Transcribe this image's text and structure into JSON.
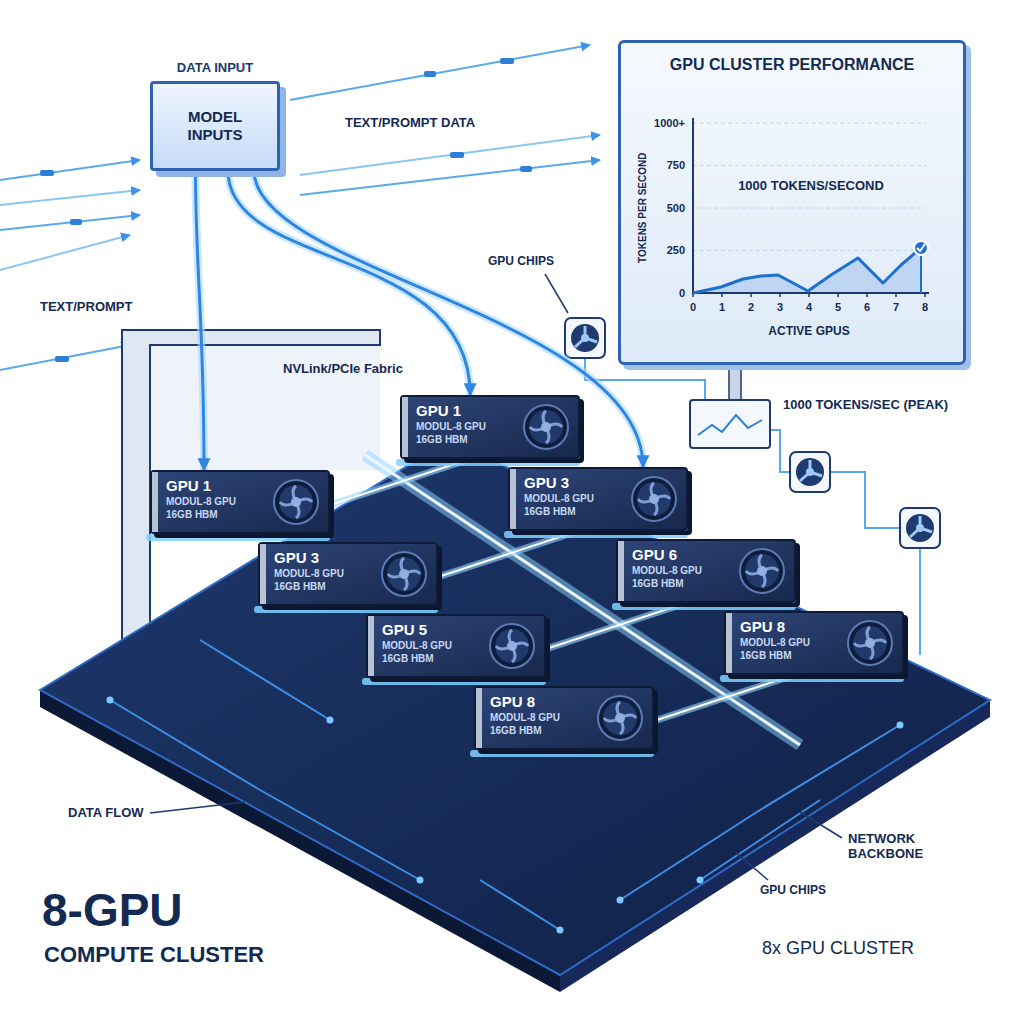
{
  "diagram": {
    "nodes": [
      {
        "text": [
          "DATA INPUT",
          "MODEL INPUTS"
        ]
      },
      {
        "text": [
          "GPU CLUSTER PERFORMANCE"
        ]
      },
      {
        "text": [
          "GPU 1",
          "MODUL-8 GPU",
          "16GB HBM"
        ]
      },
      {
        "text": [
          "GPU 3",
          "MODUL-8 GPU",
          "16GB HBM"
        ]
      },
      {
        "text": [
          "GPU 6",
          "MODUL-8 GPU",
          "16GB HBM"
        ]
      },
      {
        "text": [
          "GPU 8",
          "MODUL-8 GPU",
          "16GB HBM"
        ]
      },
      {
        "text": [
          "GPU 1",
          "MODUL-8 GPU",
          "16GB HBM"
        ]
      },
      {
        "text": [
          "GPU 3",
          "MODUL-8 GPU",
          "16GB HBM"
        ]
      },
      {
        "text": [
          "GPU 5",
          "MODUL-8 GPU",
          "16GB HBM"
        ]
      },
      {
        "text": [
          "GPU 8",
          "MODUL-8 GPU",
          "16GB HBM"
        ]
      }
    ],
    "edges": [
      {
        "from": 0,
        "to": 6,
        "arrow": "to"
      },
      {
        "from": 0,
        "to": 2,
        "arrow": "to"
      },
      {
        "from": 0,
        "to": 3,
        "arrow": "to"
      }
    ],
    "labels": [
      "TEXT/PROMPT DATA",
      "TEXT/PROMPT",
      "NVLink/PCIe Fabric",
      "GPU CHIPS",
      "TOKENS PER SECOND",
      "1000+",
      "750",
      "500",
      "250",
      "0",
      "1000 TOKENS/SECOND",
      "0",
      "1",
      "2",
      "3",
      "4",
      "5",
      "6",
      "7",
      "8",
      "ACTIVE GPUS",
      "1000 TOKENS/SEC (PEAK)",
      "DATA FLOW",
      "NETWORK BACKBONE",
      "GPU CHIPS",
      "8-GPU",
      "COMPUTE CLUSTER",
      "8x GPU CLUSTER"
    ]
  }
}
